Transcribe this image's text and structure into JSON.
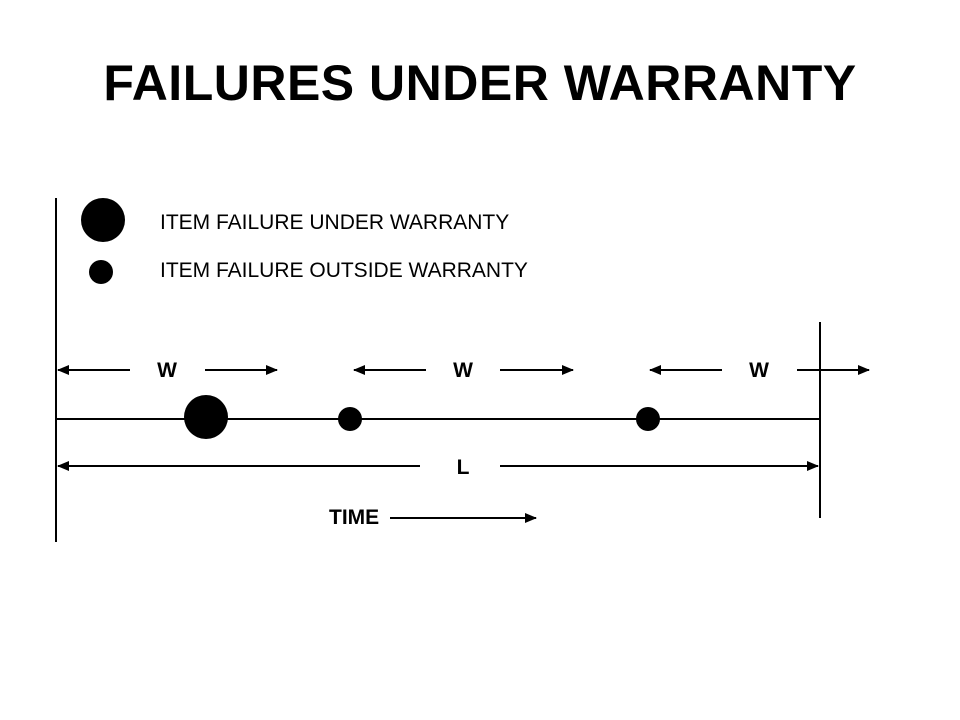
{
  "title": "FAILURES UNDER WARRANTY",
  "legend": {
    "under_warranty": "ITEM FAILURE UNDER WARRANTY",
    "outside_warranty": "ITEM FAILURE OUTSIDE WARRANTY"
  },
  "dimensions": {
    "warranty_label_1": "W",
    "warranty_label_2": "W",
    "warranty_label_3": "W",
    "length_label": "L",
    "time_label": "TIME"
  },
  "colors": {
    "ink": "#000000",
    "background": "#ffffff"
  }
}
